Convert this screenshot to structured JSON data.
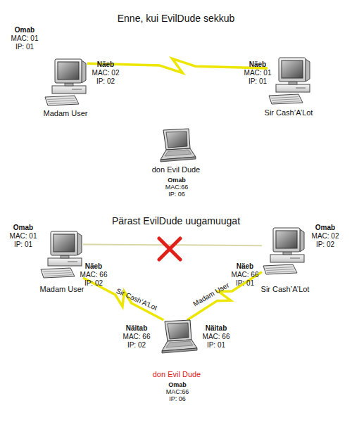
{
  "diagram": {
    "title": "Enne, kui EvilDude sekkub",
    "nodes": [
      {
        "text": [
          "Omab MAC: 01 IP: 01",
          "Näeb MAC: 02 IP: 02",
          "Madam User"
        ]
      },
      {
        "text": [
          "Näeb MAC: 01 IP: 01",
          "Sir Cash’A’Lot"
        ]
      },
      {
        "text": [
          "don Evil Dude",
          "Omab MAC:66 IP: 06"
        ]
      },
      {
        "text": [
          "Omab MAC: 01 IP: 01",
          "Näeb MAC: 66 IP: 02",
          "Madam User"
        ]
      },
      {
        "text": [
          "Omab MAC: 02 IP: 02",
          "Näeb MAC: 66 IP: 01",
          "Sir Cash’A’Lot"
        ]
      },
      {
        "text": [
          "Näitab MAC: 66 IP: 02",
          "Näitab MAC: 66 IP: 01",
          "don Evil Dude",
          "Omab MAC:66 IP: 06"
        ]
      }
    ],
    "edges": [
      {
        "from": 0,
        "to": 1,
        "arrow": "none"
      },
      {
        "from": 3,
        "to": 4,
        "arrow": "none"
      },
      {
        "from": 3,
        "to": 5,
        "label": "Sir Cash’A’Lot",
        "arrow": "none"
      },
      {
        "from": 4,
        "to": 5,
        "label": "Madam User",
        "arrow": "none"
      }
    ],
    "labels": [
      "Pärast EvilDude uugamuugat"
    ]
  }
}
